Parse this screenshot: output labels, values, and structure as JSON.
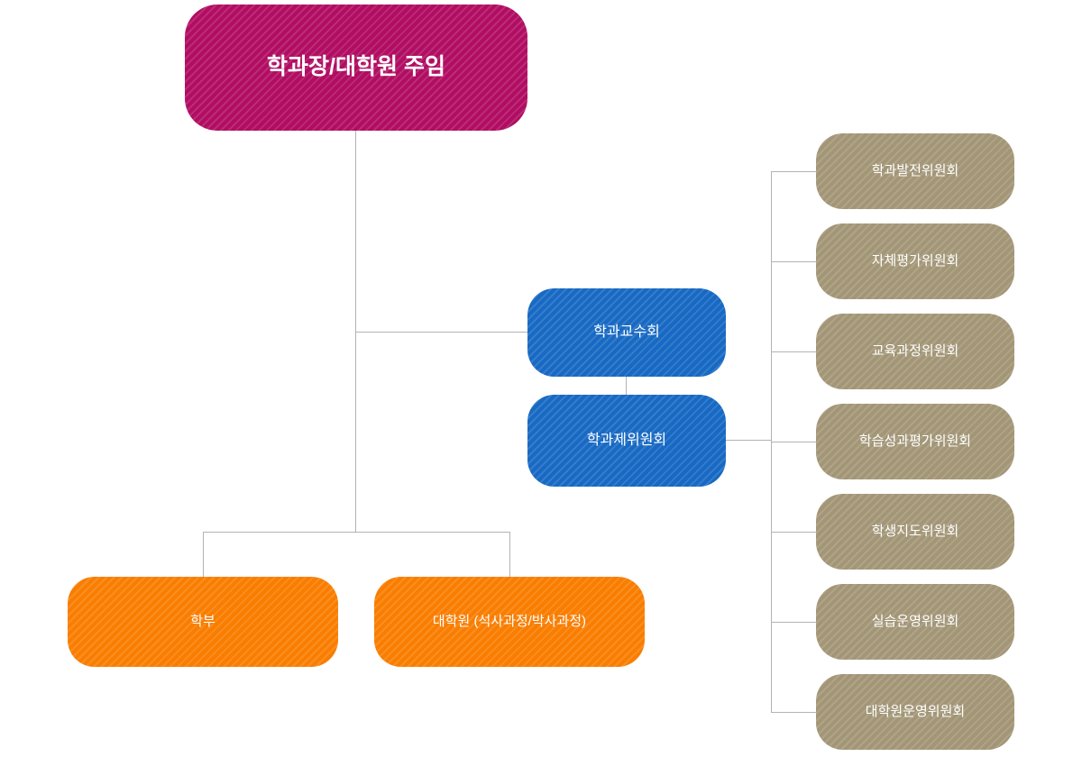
{
  "org_chart": {
    "root": {
      "label": "학과장/대학원 주임",
      "color": "#b10d62"
    },
    "councils": [
      {
        "label": "학과교수회",
        "color": "#1769c3"
      },
      {
        "label": "학과제위원회",
        "color": "#1769c3"
      }
    ],
    "programs": [
      {
        "label": "학부",
        "color": "#f97d00"
      },
      {
        "label": "대학원 (석사과정/박사과정)",
        "color": "#f97d00"
      }
    ],
    "committees": [
      {
        "label": "학과발전위원회"
      },
      {
        "label": "자체평가위원회"
      },
      {
        "label": "교육과정위원회"
      },
      {
        "label": "학습성과평가위원회"
      },
      {
        "label": "학생지도위원회"
      },
      {
        "label": "실습운영위원회"
      },
      {
        "label": "대학원운영위원회"
      }
    ],
    "committee_color": "#a39677",
    "connector_color": "#b3b3b3",
    "background_color": "#ffffff"
  }
}
